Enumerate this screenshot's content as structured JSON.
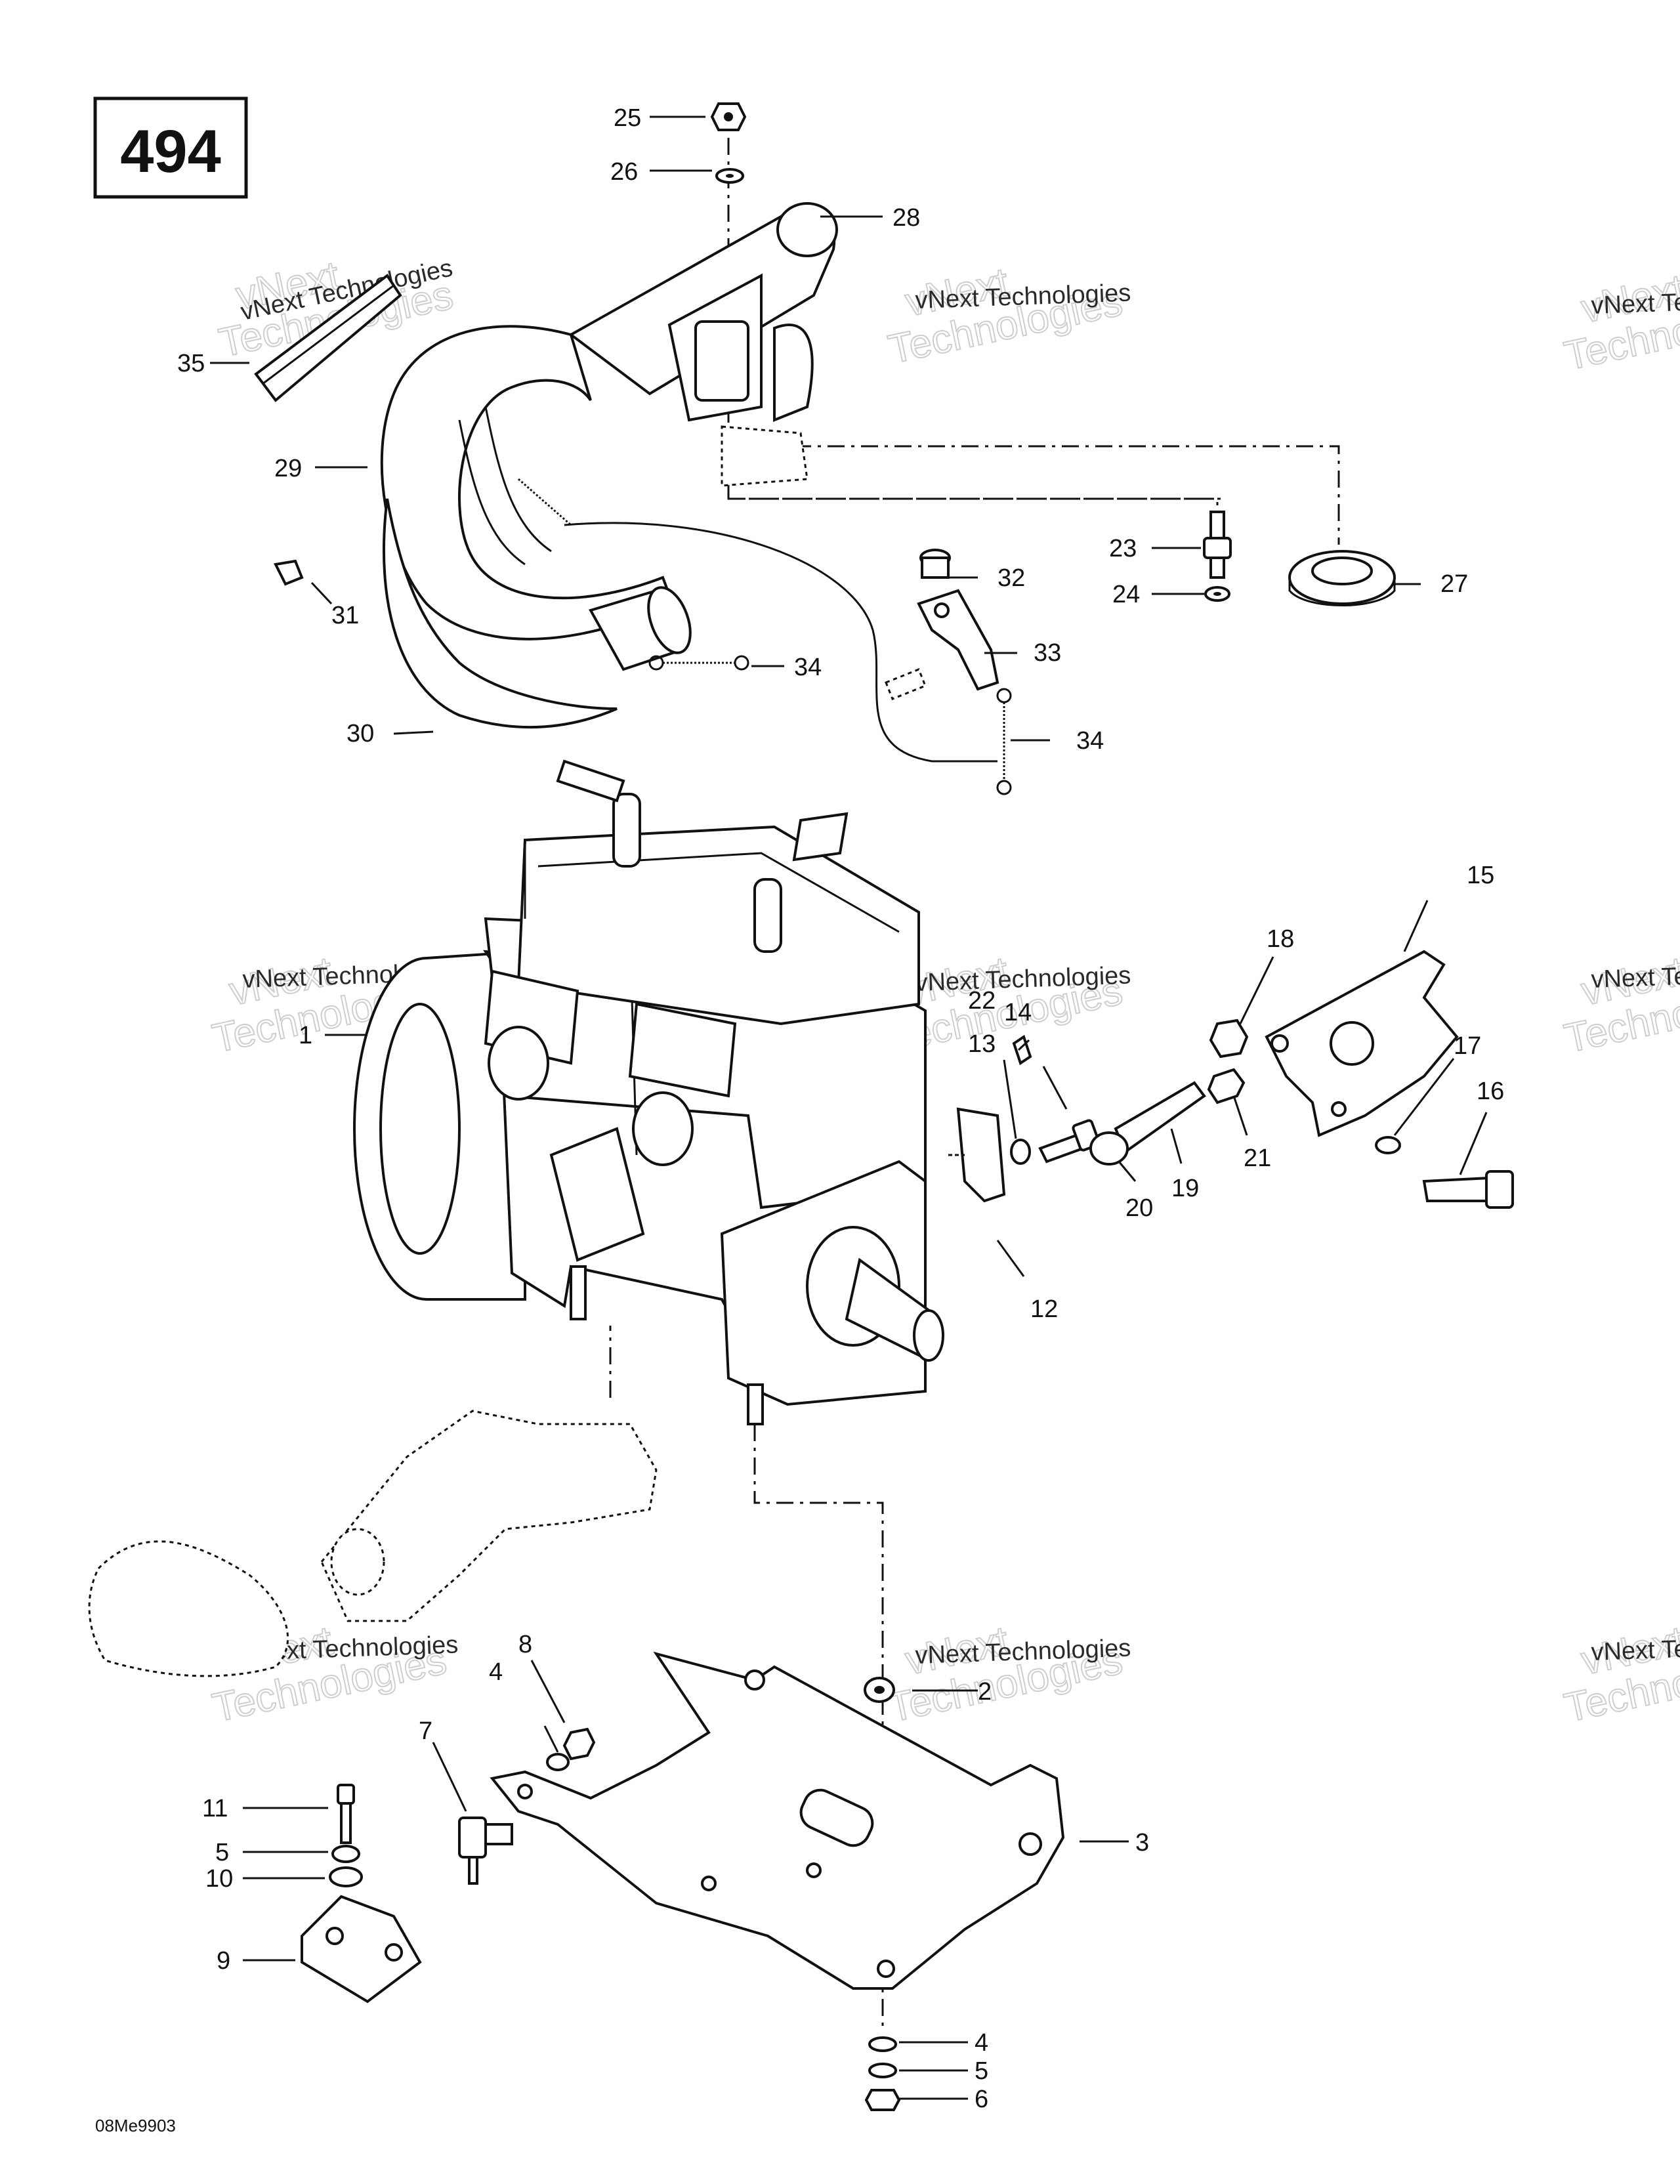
{
  "page_number": "494",
  "drawing_code": "08Me9903",
  "watermark": {
    "line1": "vNext",
    "line2": "Technologies",
    "small": "vNext Technologies"
  },
  "callouts": {
    "c1": "1",
    "c2": "2",
    "c3": "3",
    "c4a": "4",
    "c4b": "4",
    "c5a": "5",
    "c5b": "5",
    "c6": "6",
    "c7": "7",
    "c8": "8",
    "c9": "9",
    "c10": "10",
    "c11": "11",
    "c12": "12",
    "c13": "13",
    "c14": "14",
    "c15": "15",
    "c16": "16",
    "c17": "17",
    "c18": "18",
    "c19": "19",
    "c20": "20",
    "c21": "21",
    "c22": "22",
    "c23": "23",
    "c24": "24",
    "c25": "25",
    "c26": "26",
    "c27": "27",
    "c28": "28",
    "c29": "29",
    "c30": "30",
    "c31": "31",
    "c32": "32",
    "c33": "33",
    "c34a": "34",
    "c34b": "34",
    "c35": "35"
  }
}
